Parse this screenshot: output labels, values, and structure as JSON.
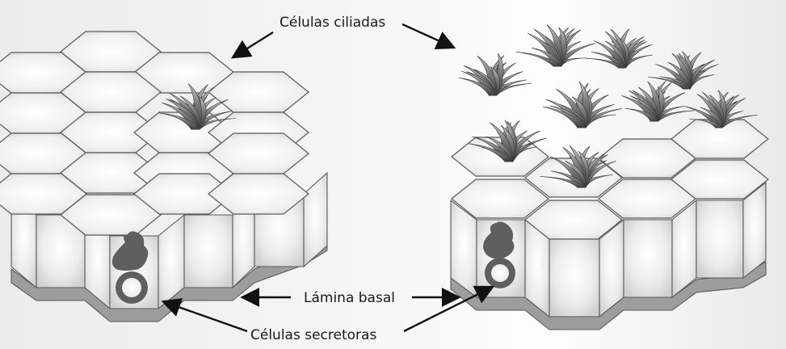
{
  "labels": {
    "ciliated": "Células ciliadas",
    "basal": "Lámina basal",
    "secretory": "Células secretoras"
  },
  "colors": {
    "cell_fill": "#f6f6f6",
    "cell_glow": "#ffffff",
    "cell_edge": "#c8c8c8",
    "basal_band": "#a0a0a0",
    "nucleus": "#5f5f5f",
    "cilia_dark": "#4a4a4a",
    "cilia_light": "#b5b5b5",
    "arrow": "#111111"
  },
  "panels": [
    {
      "name": "left-epithelium",
      "ciliated_cells": 1,
      "secretory_cells": 1
    },
    {
      "name": "right-epithelium",
      "ciliated_cells": 9,
      "secretory_cells": 1
    }
  ]
}
